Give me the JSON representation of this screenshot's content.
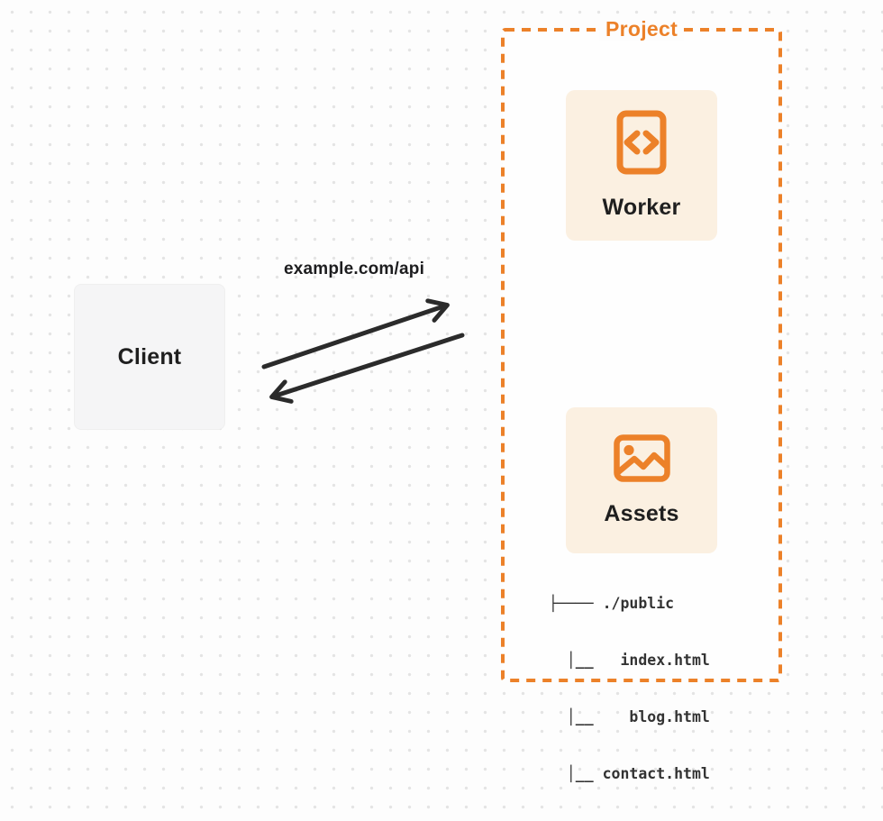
{
  "project": {
    "label": "Project"
  },
  "client": {
    "label": "Client"
  },
  "request": {
    "label": "example.com/api"
  },
  "worker": {
    "label": "Worker",
    "icon": "code-document-icon"
  },
  "assets": {
    "label": "Assets",
    "icon": "image-icon"
  },
  "file_tree": {
    "root": "./public",
    "files": [
      "index.html",
      "blog.html",
      "contact.html"
    ],
    "lines": [
      "├──── ./public",
      "  │__   index.html",
      "  │__    blog.html",
      "  │__ contact.html"
    ]
  },
  "colors": {
    "accent_orange": "#EC8129",
    "card_fill": "#FBF0E1",
    "client_fill": "#F5F5F6",
    "arrow": "#2B2B2B",
    "page_background": "#FDFDFD",
    "dot_grid": "#E4E4E4"
  }
}
